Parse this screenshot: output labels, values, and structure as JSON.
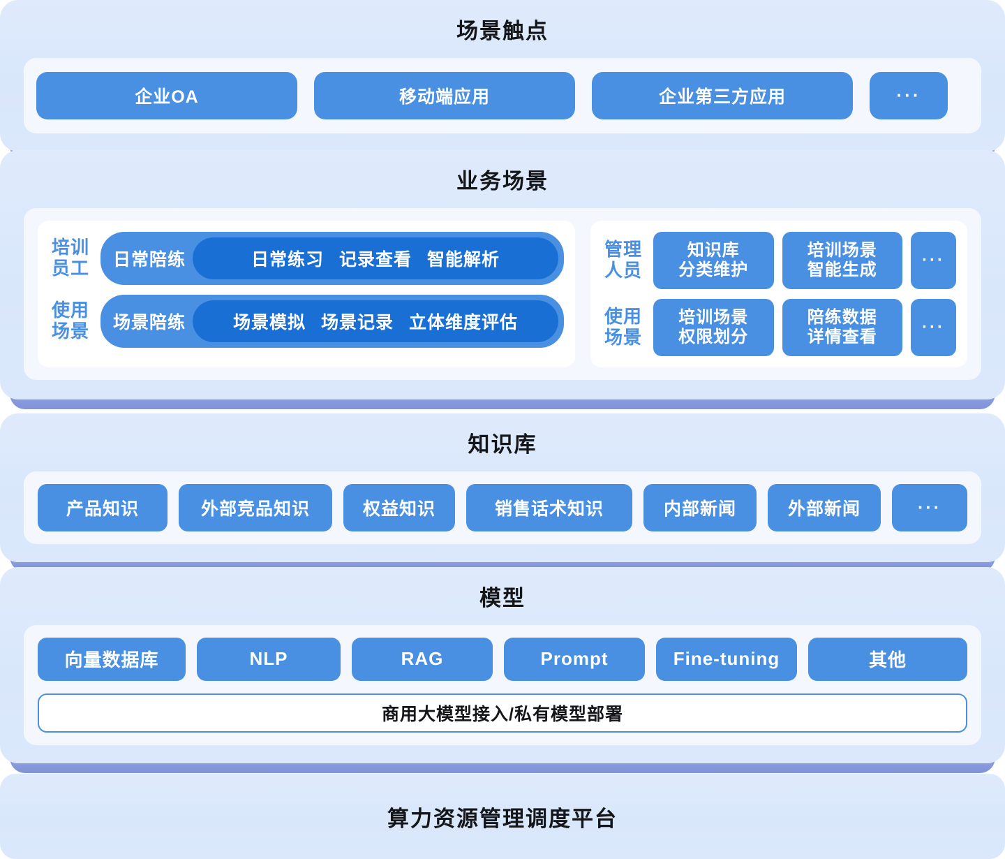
{
  "layers": {
    "touchpoints": {
      "title": "场景触点",
      "items": [
        {
          "label": "企业OA",
          "icon": ""
        },
        {
          "label": "移动端应用",
          "icon": ""
        },
        {
          "label": "企业第三方应用",
          "icon": ""
        },
        {
          "label": "···",
          "icon": "ellipsis-icon"
        }
      ]
    },
    "business": {
      "title": "业务场景",
      "left": {
        "rows": [
          {
            "label": "培训\n员工",
            "head": "日常陪练",
            "items": [
              "日常练习",
              "记录查看",
              "智能解析"
            ]
          },
          {
            "label": "使用\n场景",
            "head": "场景陪练",
            "items": [
              "场景模拟",
              "场景记录",
              "立体维度评估"
            ]
          }
        ]
      },
      "right": {
        "rows": [
          {
            "label": "管理\n人员",
            "items": [
              "知识库\n分类维护",
              "培训场景\n智能生成",
              "···"
            ]
          },
          {
            "label": "使用\n场景",
            "items": [
              "培训场景\n权限划分",
              "陪练数据\n详情查看",
              "···"
            ]
          }
        ]
      }
    },
    "knowledge": {
      "title": "知识库",
      "items": [
        "产品知识",
        "外部竞品知识",
        "权益知识",
        "销售话术知识",
        "内部新闻",
        "外部新闻",
        "···"
      ]
    },
    "model": {
      "title": "模型",
      "items": [
        "向量数据库",
        "NLP",
        "RAG",
        "Prompt",
        "Fine-tuning",
        "其他"
      ],
      "deployment": "商用大模型接入/私有模型部署"
    },
    "compute": {
      "title": "算力资源管理调度平台"
    }
  },
  "colors": {
    "panel_face": "#dfebfc",
    "panel_base": "#8a9cdd",
    "inner_container": "#f4f8fe",
    "pill": "#4a90e2",
    "pill_dark": "#1a6fd4",
    "accent_text": "#4a90e2",
    "title_text": "#14161a",
    "pill_text": "#ffffff",
    "card_white": "#ffffff"
  }
}
